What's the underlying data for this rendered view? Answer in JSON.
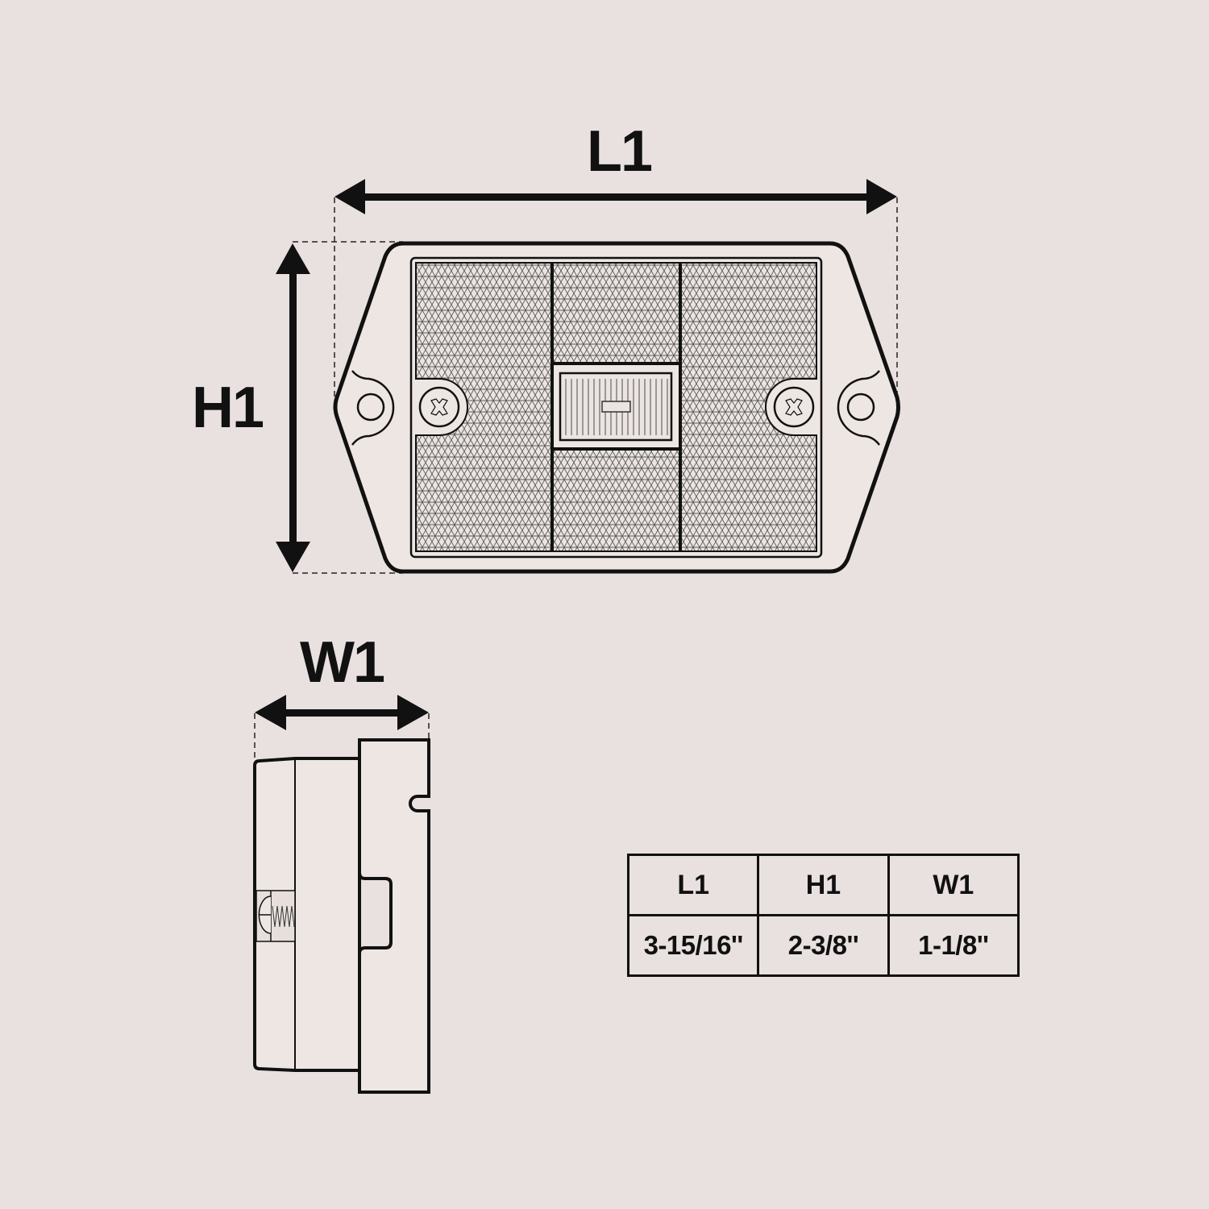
{
  "front_view": {
    "length_label": "L1",
    "height_label": "H1"
  },
  "side_view": {
    "width_label": "W1"
  },
  "dimensions_table": {
    "headers": [
      "L1",
      "H1",
      "W1"
    ],
    "values": [
      "3-15/16''",
      "2-3/8''",
      "1-1/8''"
    ]
  },
  "colors": {
    "background": "#e9e1df",
    "ink": "#111111",
    "body_fill": "#ede6e3",
    "pattern_line": "#555555"
  }
}
